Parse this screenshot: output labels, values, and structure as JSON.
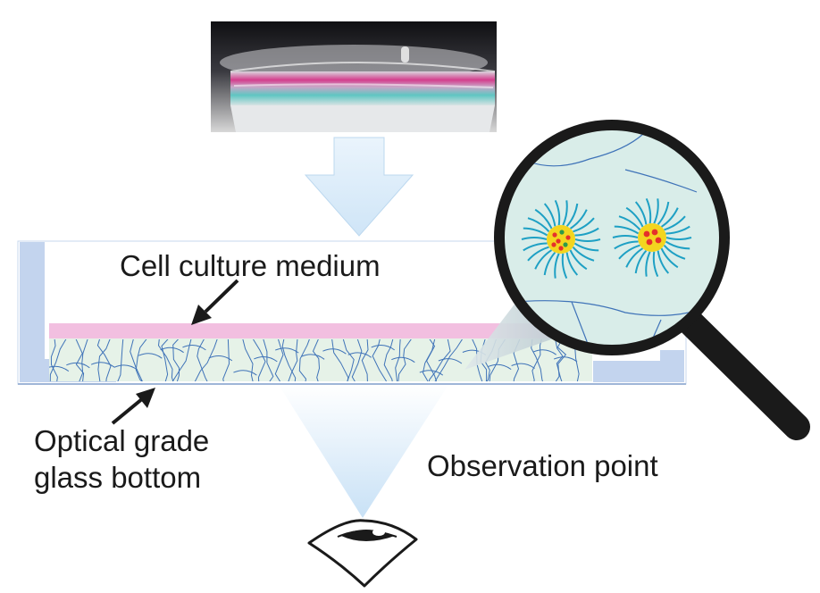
{
  "labels": {
    "medium": "Cell culture medium",
    "glass_line1": "Optical grade",
    "glass_line2": "glass bottom",
    "observation": "Observation point"
  },
  "colors": {
    "dish_wall": "#c3d4ee",
    "medium_layer": "#f2bfe0",
    "gel_layer": "#e6f2e8",
    "gel_cracks": "#3f73b8",
    "arrow_fill": "#d7ebf9",
    "magnifier_glass": "#d9ede9",
    "magnifier_frame": "#1a1a1a",
    "micelle_core": "#f3d51f",
    "micelle_dots": "#e5302b",
    "micelle_tails": "#1ea0c4"
  },
  "icons": {
    "photo": "petri-dish-photo",
    "flow_arrow": "down-arrow",
    "magnifier": "magnifying-glass-icon",
    "eye": "eye-icon"
  }
}
